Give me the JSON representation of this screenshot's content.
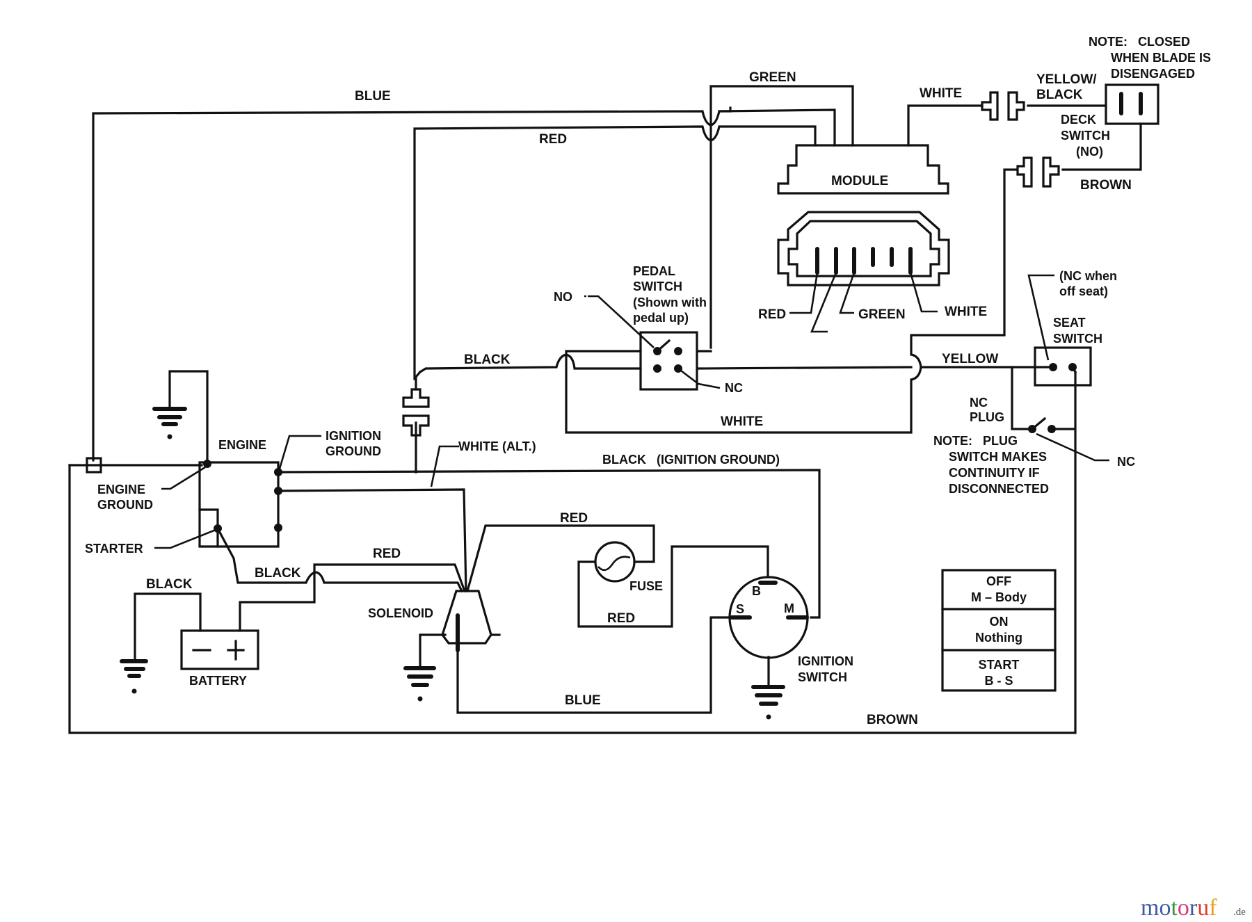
{
  "wire_labels": {
    "blue_top": "BLUE",
    "red_top": "RED",
    "green_top": "GREEN",
    "white_module": "WHITE",
    "yellow_black": [
      "YELLOW/",
      "BLACK"
    ],
    "brown_deck": "BROWN",
    "black_pedal": "BLACK",
    "white_loop": "WHITE",
    "yellow_seat": "YELLOW",
    "white_alt": "WHITE (ALT.)",
    "black_ignition_ground": "BLACK   (IGNITION GROUND)",
    "red_fuse_top": "RED",
    "red_fuse_bottom": "RED",
    "red_battery": "RED",
    "black_starter": "BLACK",
    "black_battery_ground": "BLACK",
    "blue_bottom": "BLUE",
    "brown_bottom": "BROWN"
  },
  "components": {
    "module": "MODULE",
    "connector_pins": {
      "red": "RED",
      "green": "GREEN",
      "white": "WHITE"
    },
    "pedal_switch": [
      "PEDAL",
      "SWITCH",
      "(Shown with",
      "pedal up)"
    ],
    "pedal_no": "NO",
    "pedal_nc": "NC",
    "seat_switch": [
      "SEAT",
      "SWITCH"
    ],
    "seat_note": [
      "(NC when",
      "off seat)"
    ],
    "nc_plug": [
      "NC",
      "PLUG"
    ],
    "nc_plug_contact": "NC",
    "plug_note": [
      "NOTE:   PLUG",
      "SWITCH MAKES",
      "CONTINUITY IF",
      "DISCONNECTED"
    ],
    "deck_switch": [
      "DECK",
      "SWITCH",
      "(NO)"
    ],
    "deck_note": [
      "NOTE:   CLOSED",
      "WHEN BLADE IS",
      "DISENGAGED"
    ],
    "engine": "ENGINE",
    "ignition_ground": [
      "IGNITION",
      "GROUND"
    ],
    "engine_ground": [
      "ENGINE",
      "GROUND"
    ],
    "starter": "STARTER",
    "battery": "BATTERY",
    "battery_minus": "−",
    "battery_plus": "+",
    "solenoid": "SOLENOID",
    "fuse": "FUSE",
    "ignition_switch": [
      "IGNITION",
      "SWITCH"
    ],
    "ignition_terminals": {
      "b": "B",
      "s": "S",
      "m": "M"
    }
  },
  "ignition_table": [
    {
      "state": "OFF",
      "connection": "M – Body"
    },
    {
      "state": "ON",
      "connection": "Nothing"
    },
    {
      "state": "START",
      "connection": "B - S"
    }
  ],
  "watermark": {
    "brand": "motoruf",
    "tld": ".de",
    "letter_colors": [
      "#3b5aa8",
      "#3b5aa8",
      "#2e9a3a",
      "#d4357a",
      "#3b5aa8",
      "#d8402a",
      "#e8a020",
      "#777777"
    ]
  }
}
